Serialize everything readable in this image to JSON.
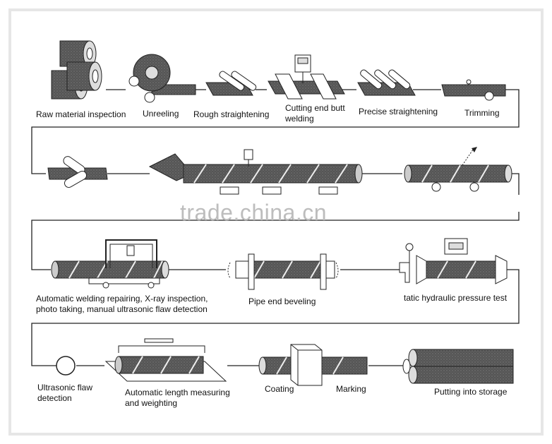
{
  "watermark": "trade.china.cn",
  "steps": [
    {
      "id": "raw-material-inspection",
      "lines": [
        "Raw material inspection"
      ]
    },
    {
      "id": "unreeling",
      "lines": [
        "Unreeling"
      ]
    },
    {
      "id": "rough-straightening",
      "lines": [
        "Rough straightening"
      ]
    },
    {
      "id": "cutting-end-butt-welding",
      "lines": [
        "Cutting end butt",
        "welding"
      ]
    },
    {
      "id": "precise-straightening",
      "lines": [
        "Precise straightening"
      ]
    },
    {
      "id": "trimming",
      "lines": [
        "Trimming"
      ]
    },
    {
      "id": "automatic-welding-repairing",
      "lines": [
        "Automatic welding repairing, X-ray inspection,",
        "photo taking, manual ultrasonic flaw detection"
      ]
    },
    {
      "id": "pipe-end-beveling",
      "lines": [
        "Pipe end beveling"
      ]
    },
    {
      "id": "hydraulic-pressure-test",
      "lines": [
        "tatic hydraulic pressure test"
      ]
    },
    {
      "id": "ultrasonic-flaw-detection",
      "lines": [
        "Ultrasonic flaw",
        "detection"
      ]
    },
    {
      "id": "length-measuring-weighting",
      "lines": [
        "Automatic length measuring",
        "and weighting"
      ]
    },
    {
      "id": "coating",
      "lines": [
        "Coating"
      ]
    },
    {
      "id": "marking",
      "lines": [
        "Marking"
      ]
    },
    {
      "id": "putting-into-storage",
      "lines": [
        "Putting into storage"
      ]
    }
  ],
  "colors": {
    "steel": "#4a4a4a",
    "line": "#222222",
    "background": "#ffffff"
  }
}
